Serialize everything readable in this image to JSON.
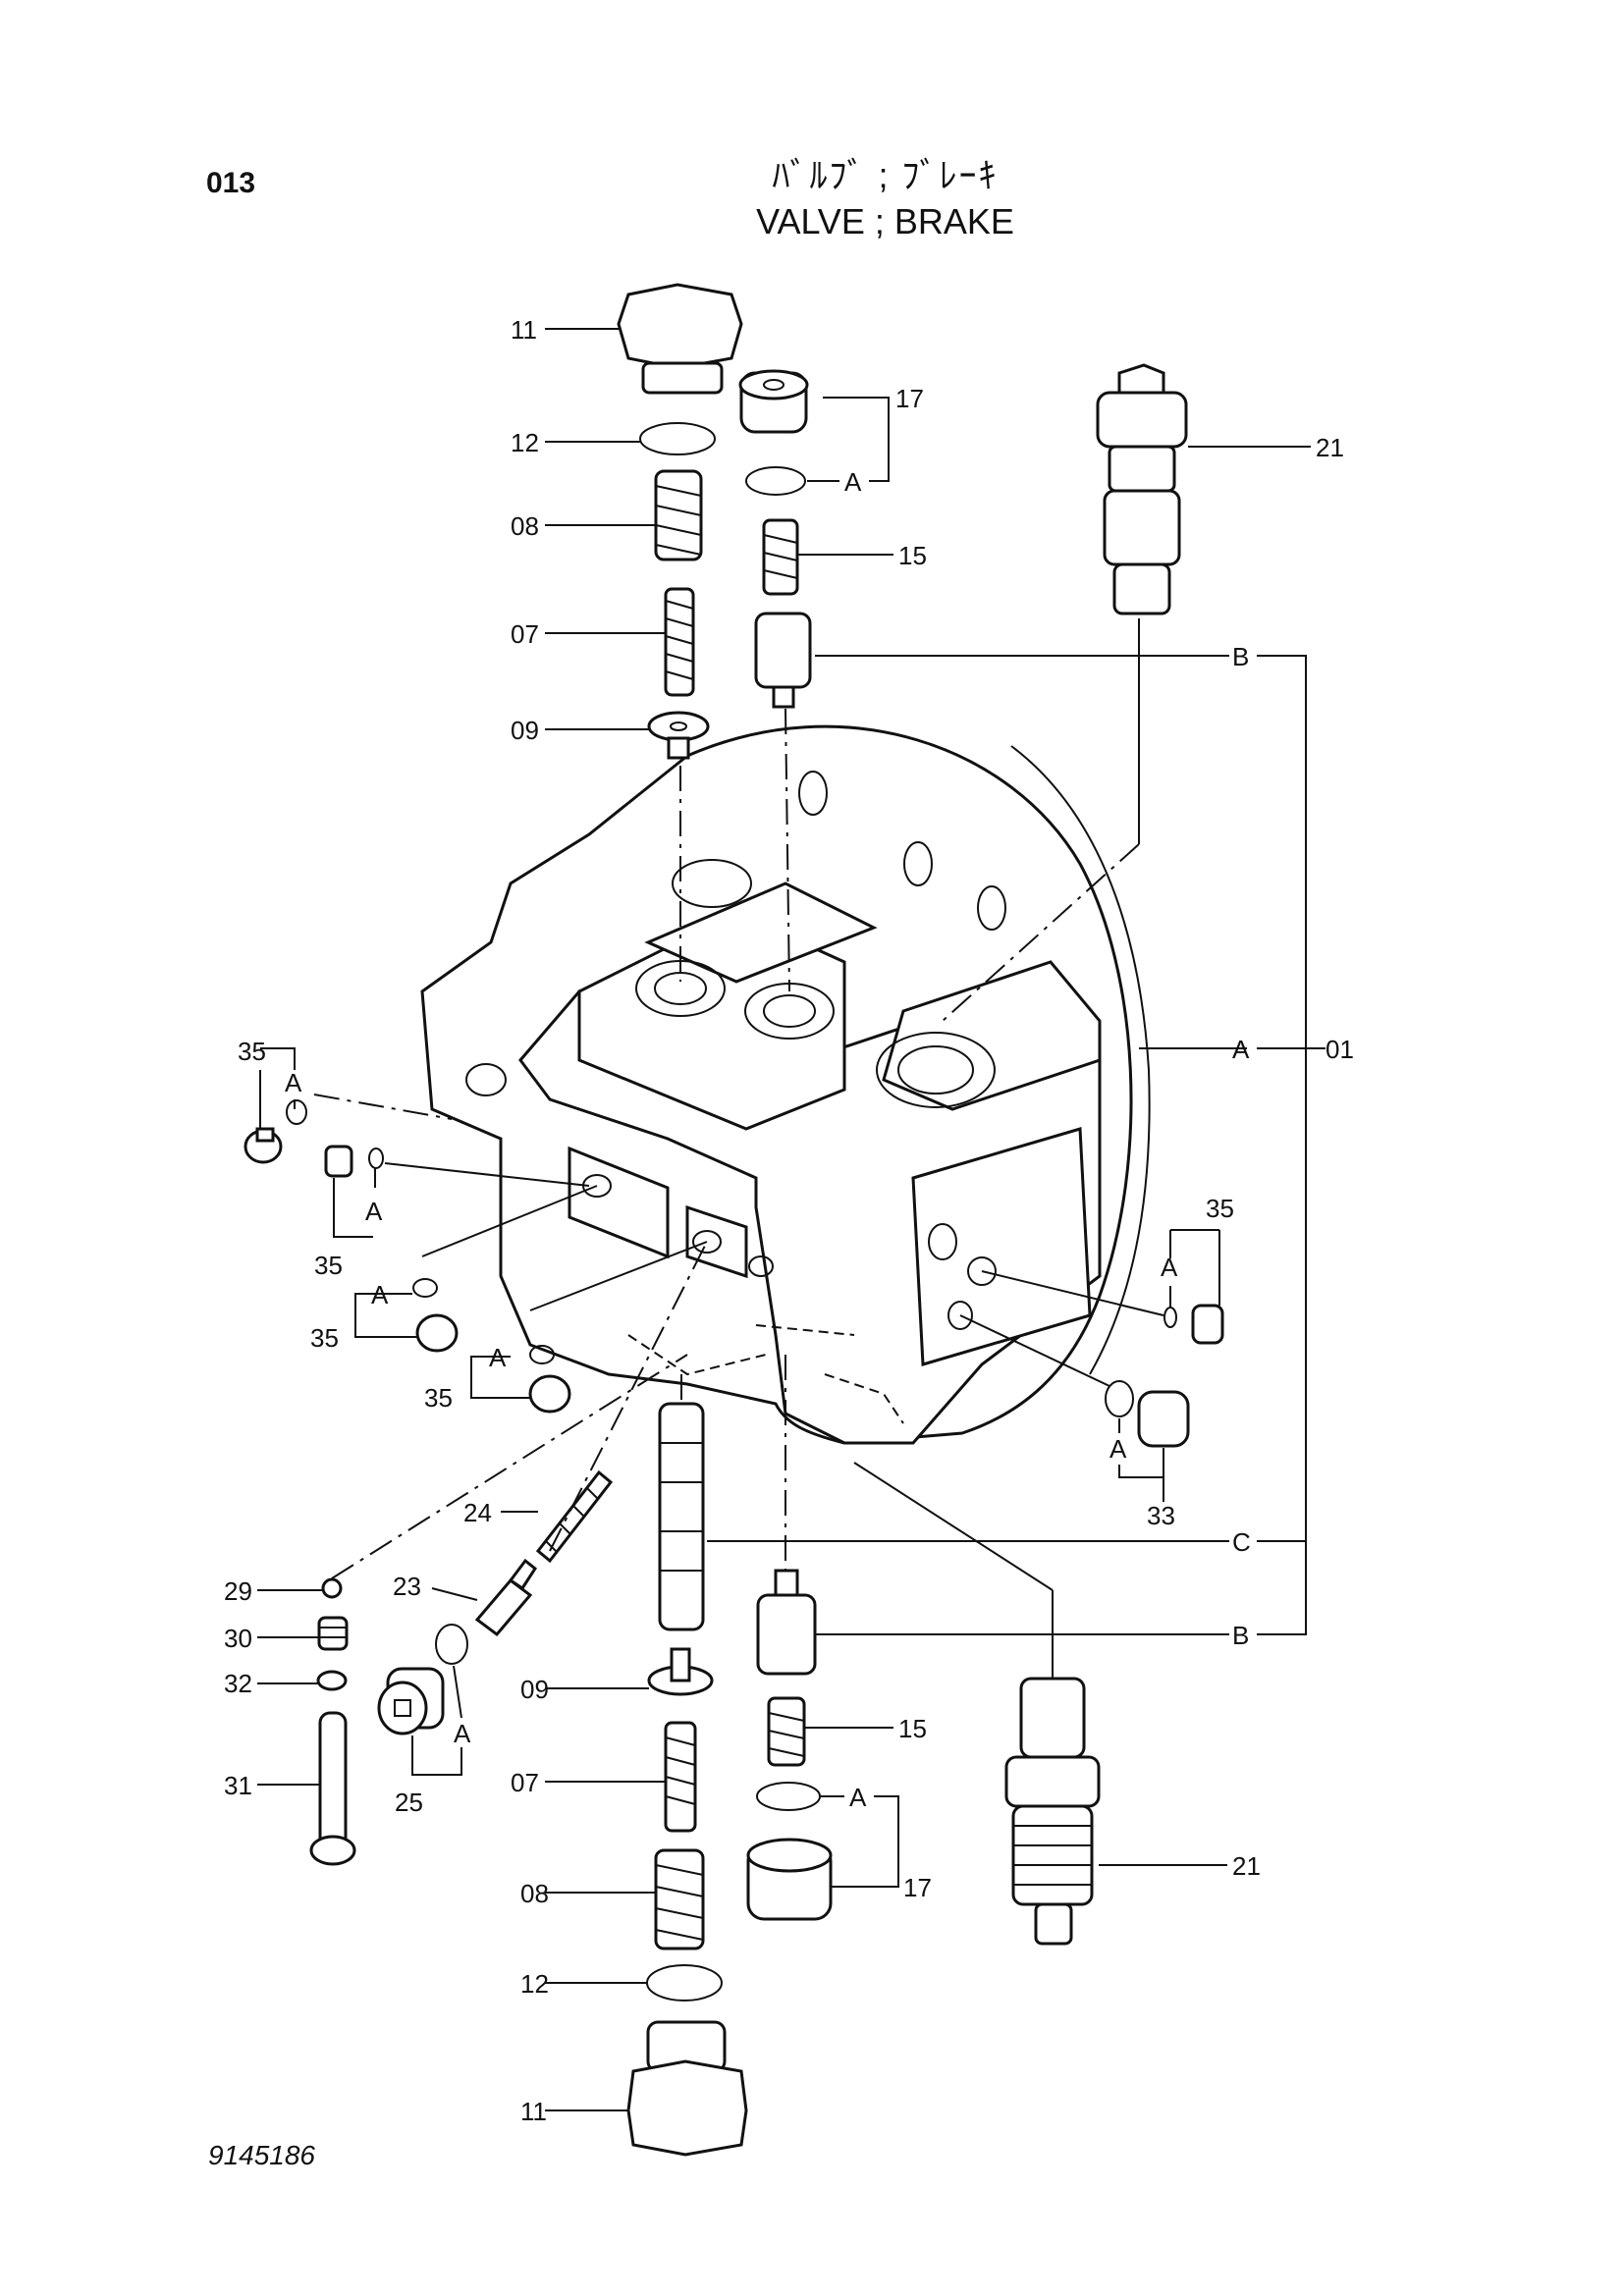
{
  "header": {
    "page_number": "013",
    "title_jp": "ﾊﾞﾙﾌﾞ ; ﾌﾞﾚｰｷ",
    "title_en": "VALVE ; BRAKE"
  },
  "footer": {
    "drawing_number": "9145186"
  },
  "callouts": {
    "p01": "01",
    "p07_top": "07",
    "p07_bottom": "07",
    "p08_top": "08",
    "p08_bottom": "08",
    "p09_top": "09",
    "p09_bottom": "09",
    "p11_top": "11",
    "p11_bottom": "11",
    "p12_top": "12",
    "p12_bottom": "12",
    "p15_top": "15",
    "p15_bottom": "15",
    "p17_top": "17",
    "p17_bottom": "17",
    "p21_top": "21",
    "p21_bottom": "21",
    "p23": "23",
    "p24": "24",
    "p25": "25",
    "p29": "29",
    "p30": "30",
    "p31": "31",
    "p32": "32",
    "p33": "33",
    "p35_a": "35",
    "p35_b": "35",
    "p35_c": "35",
    "p35_d": "35",
    "p35_e": "35"
  },
  "group_refs": {
    "A_body": "A",
    "A_17_top": "A",
    "A_17_bottom": "A",
    "A_35_a": "A",
    "A_35_b": "A",
    "A_35_c": "A",
    "A_35_d": "A",
    "A_35_e": "A",
    "A_33": "A",
    "A_25": "A",
    "B_top": "B",
    "B_bottom": "B",
    "C": "C"
  }
}
